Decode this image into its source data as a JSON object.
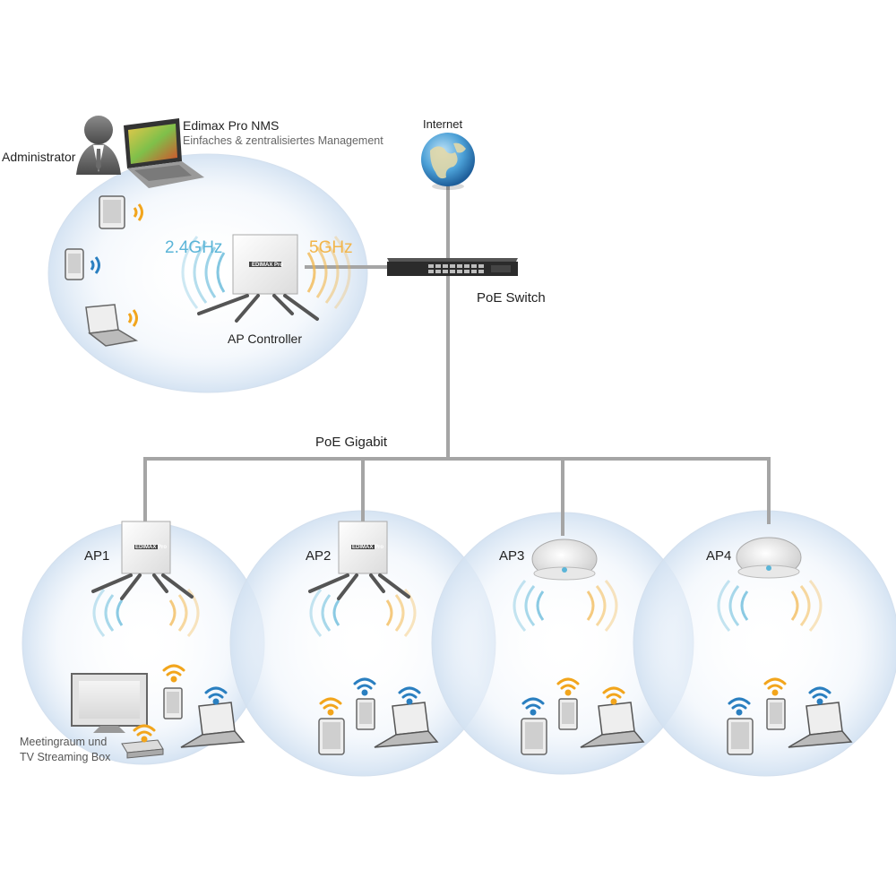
{
  "colors": {
    "band_24": "#5bb5d8",
    "band_5": "#f2b54a",
    "wifi_blue": "#2a7fc0",
    "wifi_orange": "#f2a51c",
    "cable": "#a5a5a5",
    "bubble": "#dde8f4"
  },
  "labels": {
    "administrator": "Administrator",
    "nms_title": "Edimax Pro NMS",
    "nms_subtitle": "Einfaches & zentralisiertes Management",
    "internet": "Internet",
    "freq_24": "2.4GHz",
    "freq_5": "5GHz",
    "ap_controller": "AP Controller",
    "poe_switch": "PoE Switch",
    "poe_gigabit": "PoE Gigabit",
    "ap1": "AP1",
    "ap2": "AP2",
    "ap3": "AP3",
    "ap4": "AP4",
    "meeting_line1": "Meetingraum und",
    "meeting_line2": "TV Streaming Box",
    "brand_mark": "EDIMAX Pro"
  },
  "icons": {
    "administrator": "person-icon",
    "laptop": "laptop-icon",
    "tablet": "tablet-icon",
    "phone": "phone-icon",
    "globe": "globe-icon",
    "switch": "network-switch-icon",
    "wall_ap": "wall-access-point-icon",
    "ceiling_ap": "ceiling-access-point-icon",
    "tv": "tv-icon",
    "streaming_box": "streaming-box-icon",
    "wifi": "wifi-icon"
  }
}
